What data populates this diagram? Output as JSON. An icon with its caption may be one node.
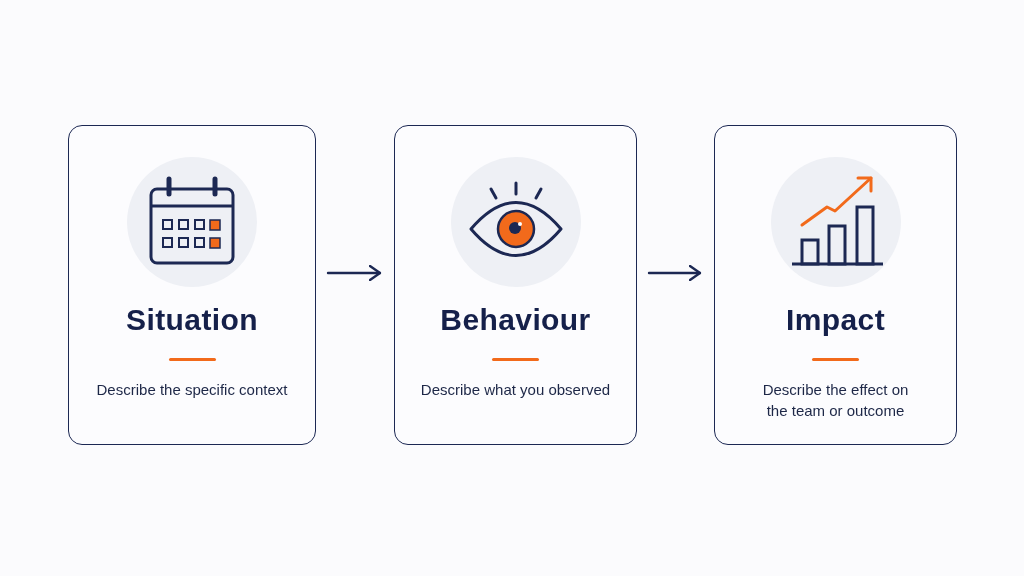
{
  "diagram": {
    "nodes": [
      {
        "text": [
          "Situation",
          "Describe the specific context"
        ]
      },
      {
        "text": [
          "Behaviour",
          "Describe what you observed"
        ]
      },
      {
        "text": [
          "Impact",
          "Describe the effect on the team or outcome"
        ]
      }
    ],
    "edges": [
      {
        "from": 0,
        "to": 1,
        "arrow": "to"
      },
      {
        "from": 1,
        "to": 2,
        "arrow": "to"
      }
    ]
  }
}
